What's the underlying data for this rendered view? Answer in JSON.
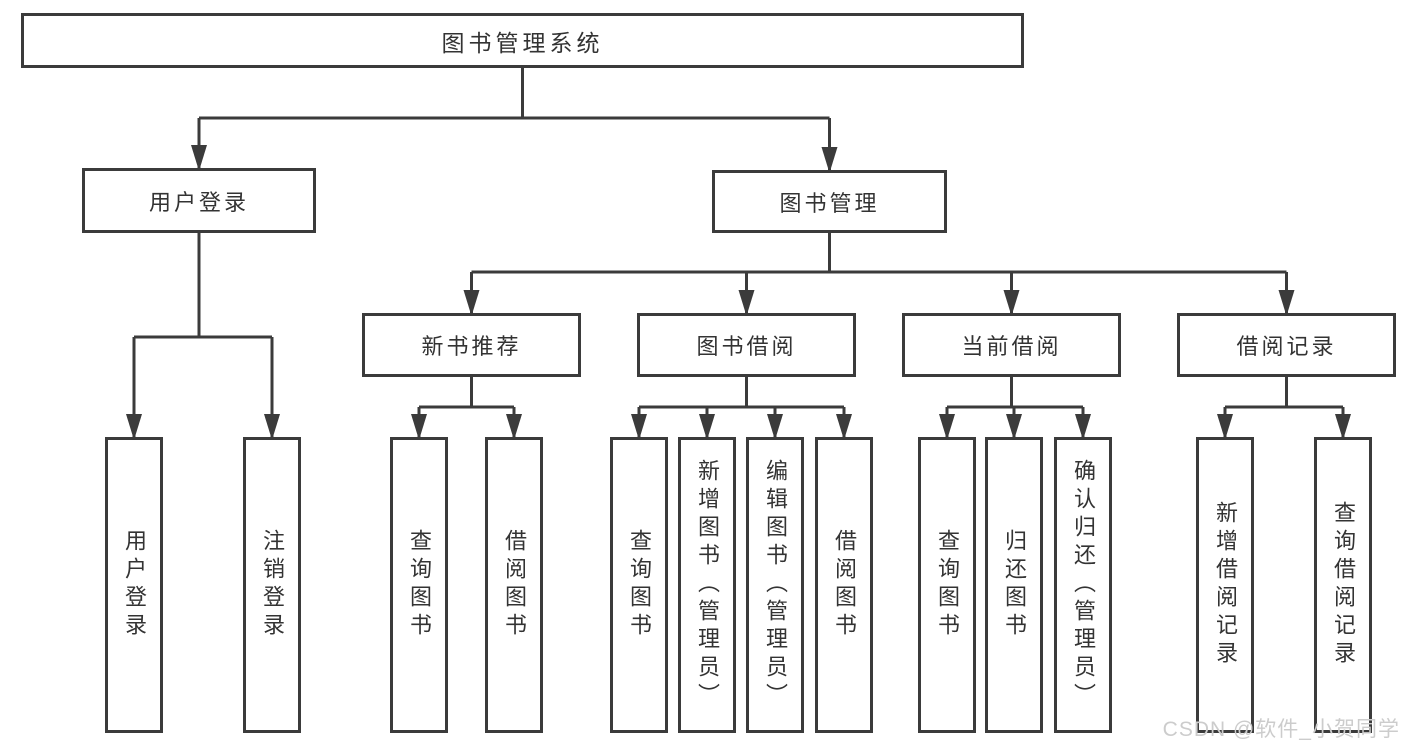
{
  "diagram": {
    "title": "图书管理系统",
    "level2": [
      {
        "label": "用户登录",
        "children": [
          "用户登录",
          "注销登录"
        ]
      },
      {
        "label": "图书管理",
        "groups": [
          {
            "label": "新书推荐",
            "children": [
              "查询图书",
              "借阅图书"
            ]
          },
          {
            "label": "图书借阅",
            "children": [
              "查询图书",
              "新增图书（管理员）",
              "编辑图书（管理员）",
              "借阅图书"
            ]
          },
          {
            "label": "当前借阅",
            "children": [
              "查询图书",
              "归还图书",
              "确认归还（管理员）"
            ]
          },
          {
            "label": "借阅记录",
            "children": [
              "新增借阅记录",
              "查询借阅记录"
            ]
          }
        ]
      }
    ]
  },
  "watermark": "CSDN @软件_小贺同学",
  "colors": {
    "line": "#3b3b3b",
    "text": "#333333",
    "box_background": "#ffffff",
    "watermark": "#cccccc"
  }
}
